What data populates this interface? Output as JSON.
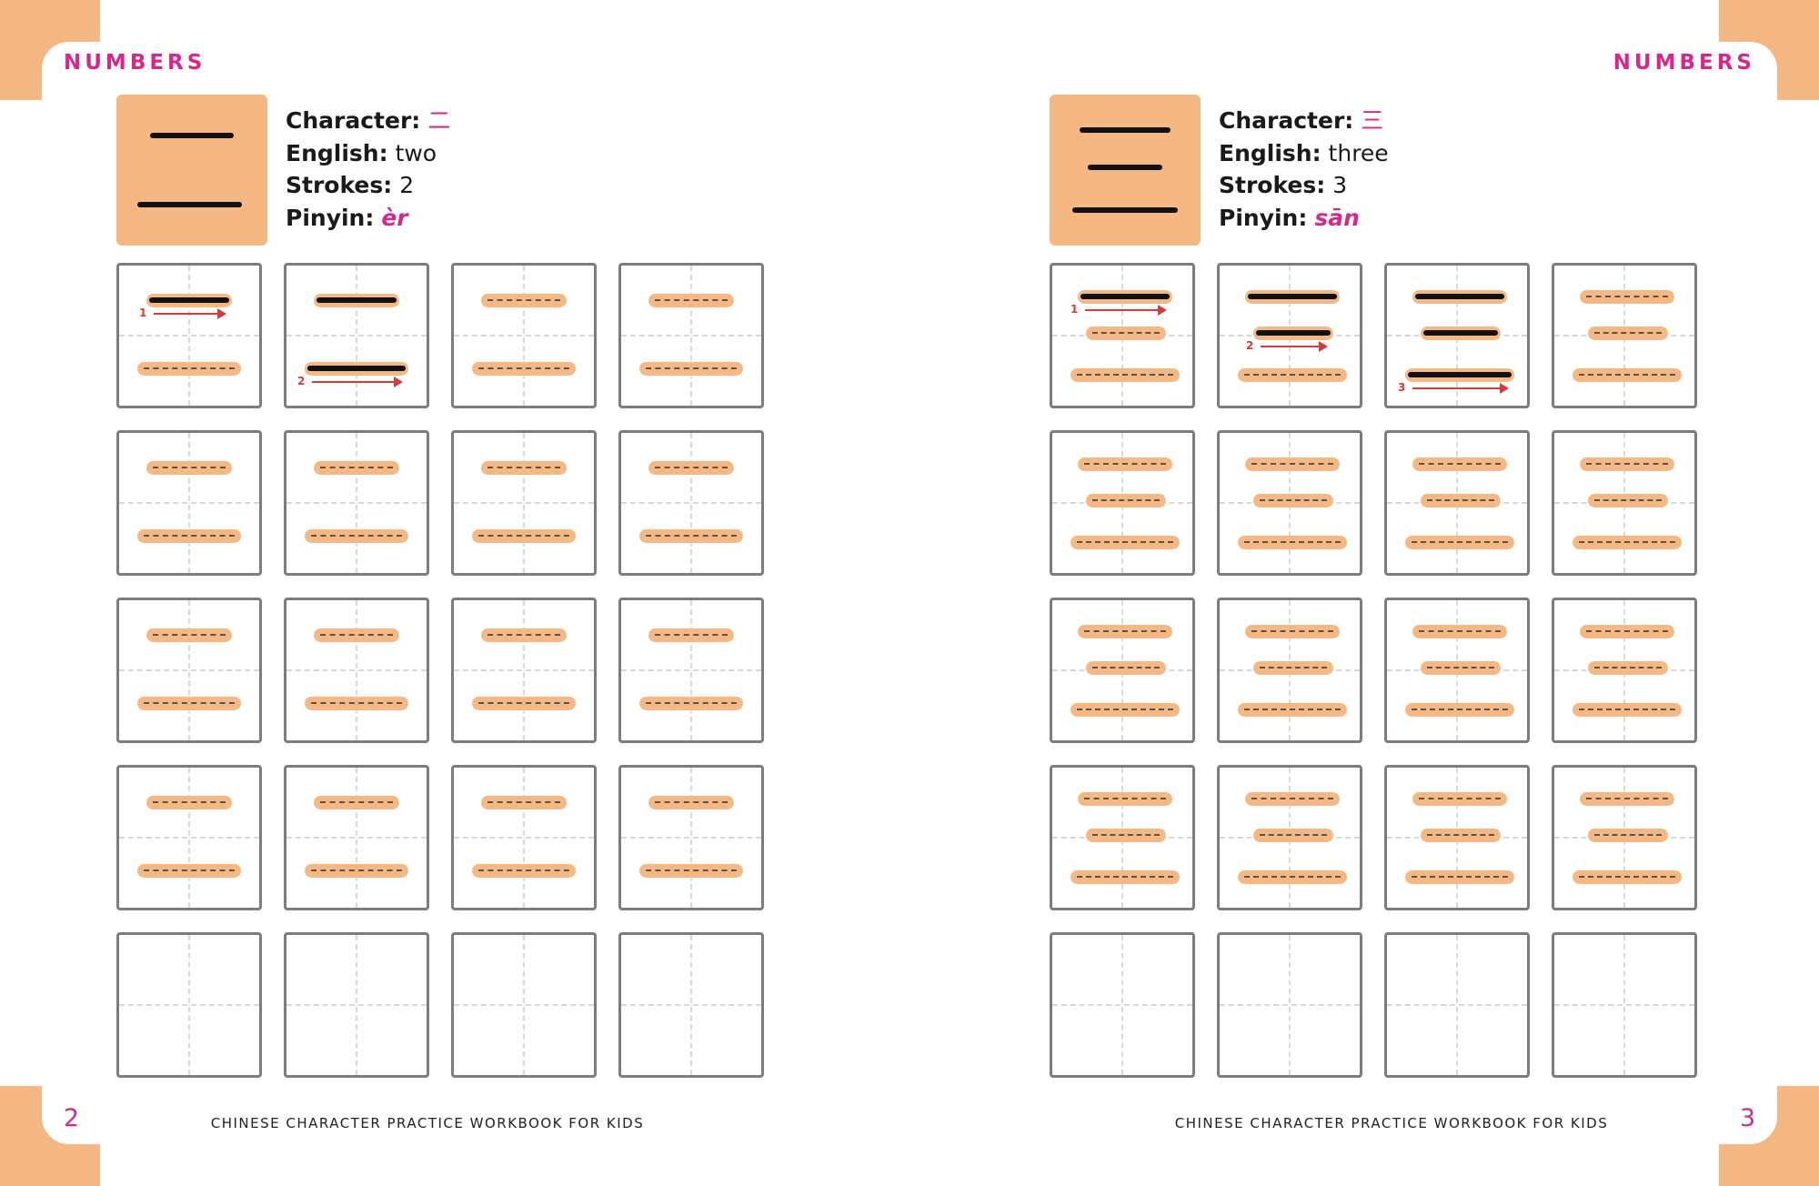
{
  "pages": [
    {
      "section_title": "NUMBERS",
      "page_number": "2",
      "footer": "CHINESE CHARACTER PRACTICE WORKBOOK FOR KIDS",
      "card": {
        "character_label": "Character:",
        "character": "二",
        "english_label": "English:",
        "english": "two",
        "strokes_label": "Strokes:",
        "strokes": "2",
        "pinyin_label": "Pinyin:",
        "pinyin": "èr"
      },
      "stroke_order_numbers": [
        "1",
        "2"
      ],
      "practice_rows": 5,
      "practice_cols": 4,
      "traced_rows": 3,
      "blank_rows": 1
    },
    {
      "section_title": "NUMBERS",
      "page_number": "3",
      "footer": "CHINESE CHARACTER PRACTICE WORKBOOK FOR KIDS",
      "card": {
        "character_label": "Character:",
        "character": "三",
        "english_label": "English:",
        "english": "three",
        "strokes_label": "Strokes:",
        "strokes": "3",
        "pinyin_label": "Pinyin:",
        "pinyin": "sān"
      },
      "stroke_order_numbers": [
        "1",
        "2",
        "3"
      ],
      "practice_rows": 5,
      "practice_cols": 4,
      "traced_rows": 3,
      "blank_rows": 1
    }
  ],
  "colors": {
    "accent_pink": "#d6288a",
    "peach": "#f5b883",
    "cell_border": "#7c7c7c",
    "arrow_red": "#d63a3a"
  }
}
